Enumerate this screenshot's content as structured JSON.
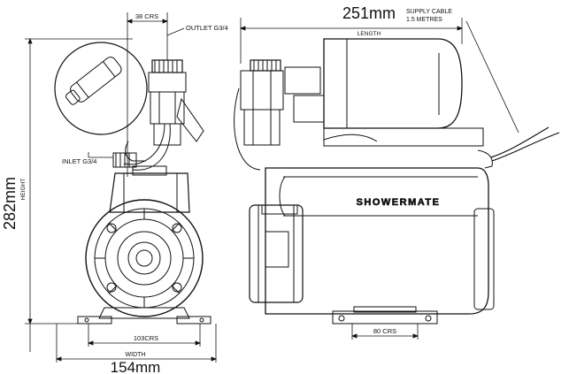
{
  "dimensions": {
    "length": {
      "value": "251mm",
      "label": "LENGTH"
    },
    "height": {
      "value": "282mm",
      "label": "HEIGHT"
    },
    "width": {
      "value": "154mm",
      "label": "WIDTH"
    },
    "outlet_spacing": "38 CRS",
    "foot_spacing_front": "103CRS",
    "foot_spacing_side": "80 CRS"
  },
  "callouts": {
    "outlet": "OUTLET G3/4",
    "inlet": "INLET G3/4",
    "supply_cable_line1": "SUPPLY CABLE",
    "supply_cable_line2": "1.5 METRES"
  },
  "brand": "SHOWERMATE",
  "colors": {
    "line": "#111111",
    "background": "#ffffff"
  }
}
